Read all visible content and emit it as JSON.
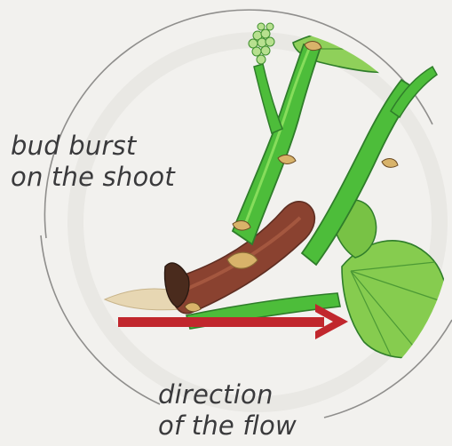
{
  "labels": {
    "bud_burst_line1": "bud burst",
    "bud_burst_line2": "on the shoot",
    "direction_line1": "direction",
    "direction_line2": "of the flow"
  },
  "colors": {
    "background": "#f2f1ee",
    "circle_outline": "#8f8e8c",
    "shoot_green": "#4dbd3a",
    "shoot_green_dark": "#2f7d2a",
    "leaf_green": "#83c94c",
    "cane_brown": "#8a4230",
    "cane_brown_dark": "#5f2e22",
    "bud_tan": "#d8b36a",
    "arrow_red": "#c1272d",
    "text": "#3a3a3c"
  },
  "icons": {
    "flow_arrow": "arrow-right-icon"
  }
}
